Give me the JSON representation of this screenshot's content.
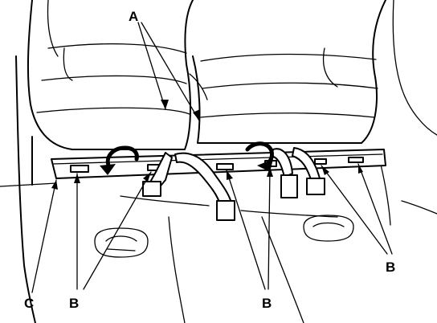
{
  "diagram": {
    "callouts": {
      "a": "A",
      "b_left": "B",
      "b_center": "B",
      "b_right": "B",
      "c": "C"
    },
    "icons": {
      "rotate_arrow_left": "curved-rotation-arrow-icon",
      "rotate_arrow_right": "curved-rotation-arrow-icon"
    },
    "colors": {
      "ink": "#000000",
      "background": "#ffffff"
    }
  }
}
